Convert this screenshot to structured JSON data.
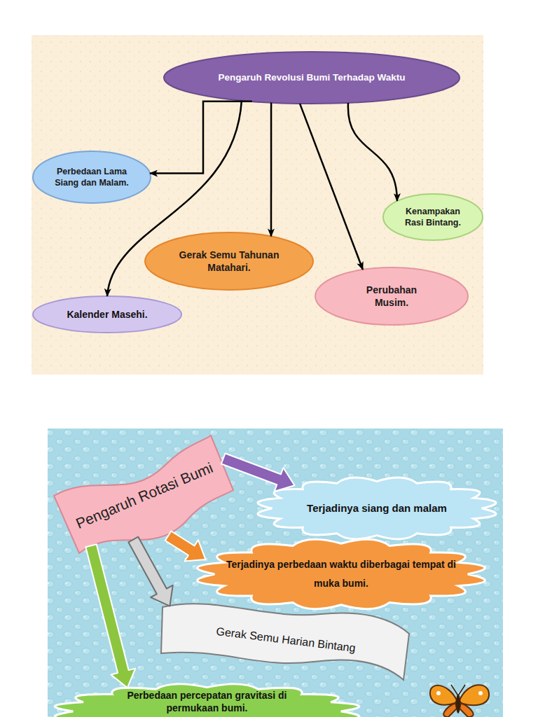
{
  "diagram": {
    "nodes": [
      {
        "text": [
          "Pengaruh Revolusi Bumi Terhadap Waktu"
        ]
      },
      {
        "text": [
          "Perbedaan Lama Siang dan Malam."
        ]
      },
      {
        "text": [
          "Kenampakan Rasi Bintang."
        ]
      },
      {
        "text": [
          "Gerak Semu Tahunan Matahari."
        ]
      },
      {
        "text": [
          "Perubahan Musim."
        ]
      },
      {
        "text": [
          "Kalender Masehi."
        ]
      },
      {
        "text": [
          "Pengaruh Rotasi Bumi"
        ]
      },
      {
        "text": [
          "Terjadinya siang dan malam"
        ]
      },
      {
        "text": [
          "Terjadinya perbedaan waktu diberbagai tempat di muka bumi."
        ]
      },
      {
        "text": [
          "Gerak Semu Harian Bintang"
        ]
      },
      {
        "text": [
          "Perbedaan percepatan gravitasi di permukaan bumi."
        ]
      }
    ],
    "edges": [
      {
        "from": 0,
        "to": 1,
        "arrow": "to"
      },
      {
        "from": 0,
        "to": 5,
        "arrow": "to"
      },
      {
        "from": 0,
        "to": 3,
        "arrow": "to"
      },
      {
        "from": 0,
        "to": 4,
        "arrow": "to"
      },
      {
        "from": 0,
        "to": 2,
        "arrow": "to"
      },
      {
        "from": 6,
        "to": 7,
        "arrow": "to"
      },
      {
        "from": 6,
        "to": 8,
        "arrow": "to"
      },
      {
        "from": 6,
        "to": 9,
        "arrow": "to"
      },
      {
        "from": 6,
        "to": 10,
        "arrow": "to"
      }
    ]
  }
}
